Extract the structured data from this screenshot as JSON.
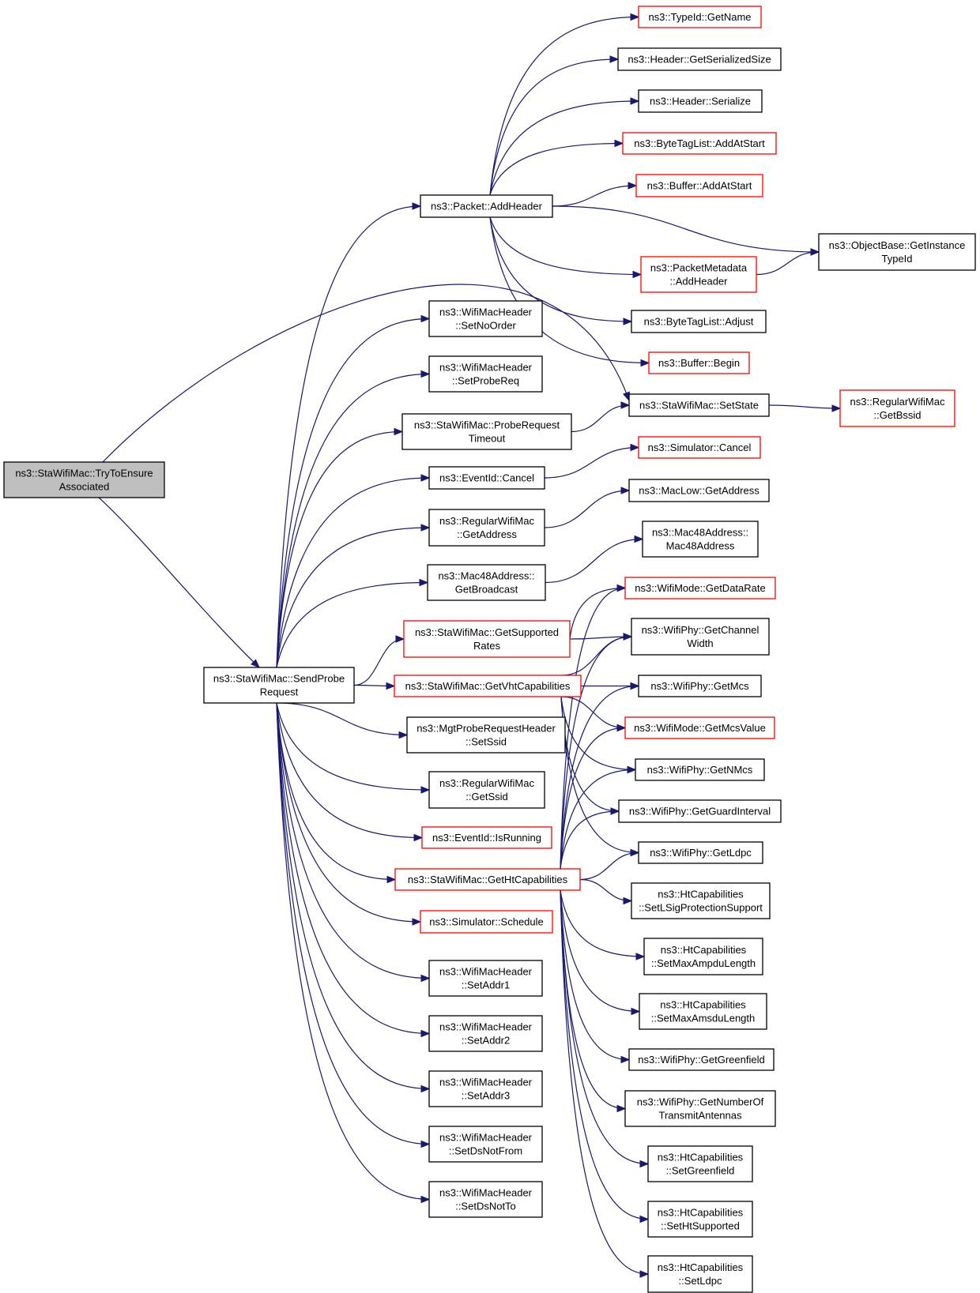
{
  "colors": {
    "edge": "#191970",
    "node_fill": "#ffffff",
    "node_border": "#000000",
    "node_border_undocumented": "#ff0000",
    "root_fill": "#bfbfbf"
  },
  "graph": {
    "nodes": [
      {
        "id": "root",
        "lines": [
          "ns3::StaWifiMac::TryToEnsure",
          "Associated"
        ],
        "style": "root"
      },
      {
        "id": "send",
        "lines": [
          "ns3::StaWifiMac::SendProbe",
          "Request"
        ],
        "style": "normal"
      },
      {
        "id": "addheader",
        "lines": [
          "ns3::Packet::AddHeader"
        ],
        "style": "normal"
      },
      {
        "id": "typeid_getname",
        "lines": [
          "ns3::TypeId::GetName"
        ],
        "style": "red"
      },
      {
        "id": "hdr_getser",
        "lines": [
          "ns3::Header::GetSerializedSize"
        ],
        "style": "normal"
      },
      {
        "id": "hdr_ser",
        "lines": [
          "ns3::Header::Serialize"
        ],
        "style": "normal"
      },
      {
        "id": "btl_addatstart",
        "lines": [
          "ns3::ByteTagList::AddAtStart"
        ],
        "style": "red"
      },
      {
        "id": "buf_addatstart",
        "lines": [
          "ns3::Buffer::AddAtStart"
        ],
        "style": "red"
      },
      {
        "id": "objbase",
        "lines": [
          "ns3::ObjectBase::GetInstance",
          "TypeId"
        ],
        "style": "normal"
      },
      {
        "id": "pktmeta",
        "lines": [
          "ns3::PacketMetadata",
          "::AddHeader"
        ],
        "style": "red"
      },
      {
        "id": "btl_adjust",
        "lines": [
          "ns3::ByteTagList::Adjust"
        ],
        "style": "normal"
      },
      {
        "id": "buf_begin",
        "lines": [
          "ns3::Buffer::Begin"
        ],
        "style": "red"
      },
      {
        "id": "setstate",
        "lines": [
          "ns3::StaWifiMac::SetState"
        ],
        "style": "normal"
      },
      {
        "id": "getbssid",
        "lines": [
          "ns3::RegularWifiMac",
          "::GetBssid"
        ],
        "style": "red"
      },
      {
        "id": "setnoorder",
        "lines": [
          "ns3::WifiMacHeader",
          "::SetNoOrder"
        ],
        "style": "normal"
      },
      {
        "id": "setprobereq",
        "lines": [
          "ns3::WifiMacHeader",
          "::SetProbeReq"
        ],
        "style": "normal"
      },
      {
        "id": "probetimeout",
        "lines": [
          "ns3::StaWifiMac::ProbeRequest",
          "Timeout"
        ],
        "style": "normal"
      },
      {
        "id": "ev_cancel",
        "lines": [
          "ns3::EventId::Cancel"
        ],
        "style": "normal"
      },
      {
        "id": "sim_cancel",
        "lines": [
          "ns3::Simulator::Cancel"
        ],
        "style": "red"
      },
      {
        "id": "rwm_getaddr",
        "lines": [
          "ns3::RegularWifiMac",
          "::GetAddress"
        ],
        "style": "normal"
      },
      {
        "id": "maclow_getaddr",
        "lines": [
          "ns3::MacLow::GetAddress"
        ],
        "style": "normal"
      },
      {
        "id": "mac48_getbc",
        "lines": [
          "ns3::Mac48Address::",
          "GetBroadcast"
        ],
        "style": "normal"
      },
      {
        "id": "mac48_ctor",
        "lines": [
          "ns3::Mac48Address::",
          "Mac48Address"
        ],
        "style": "normal"
      },
      {
        "id": "getsuprates",
        "lines": [
          "ns3::StaWifiMac::GetSupported",
          "Rates"
        ],
        "style": "red"
      },
      {
        "id": "getvht",
        "lines": [
          "ns3::StaWifiMac::GetVhtCapabilities"
        ],
        "style": "red"
      },
      {
        "id": "mgt_setssid",
        "lines": [
          "ns3::MgtProbeRequestHeader",
          "::SetSsid"
        ],
        "style": "normal"
      },
      {
        "id": "rwm_getssid",
        "lines": [
          "ns3::RegularWifiMac",
          "::GetSsid"
        ],
        "style": "normal"
      },
      {
        "id": "ev_isrunning",
        "lines": [
          "ns3::EventId::IsRunning"
        ],
        "style": "red"
      },
      {
        "id": "getht",
        "lines": [
          "ns3::StaWifiMac::GetHtCapabilities"
        ],
        "style": "red"
      },
      {
        "id": "sim_schedule",
        "lines": [
          "ns3::Simulator::Schedule"
        ],
        "style": "red"
      },
      {
        "id": "setaddr1",
        "lines": [
          "ns3::WifiMacHeader",
          "::SetAddr1"
        ],
        "style": "normal"
      },
      {
        "id": "setaddr2",
        "lines": [
          "ns3::WifiMacHeader",
          "::SetAddr2"
        ],
        "style": "normal"
      },
      {
        "id": "setaddr3",
        "lines": [
          "ns3::WifiMacHeader",
          "::SetAddr3"
        ],
        "style": "normal"
      },
      {
        "id": "setdsnotfrom",
        "lines": [
          "ns3::WifiMacHeader",
          "::SetDsNotFrom"
        ],
        "style": "normal"
      },
      {
        "id": "setdsnotto",
        "lines": [
          "ns3::WifiMacHeader",
          "::SetDsNotTo"
        ],
        "style": "normal"
      },
      {
        "id": "datarate",
        "lines": [
          "ns3::WifiMode::GetDataRate"
        ],
        "style": "red"
      },
      {
        "id": "chwidth",
        "lines": [
          "ns3::WifiPhy::GetChannel",
          "Width"
        ],
        "style": "normal"
      },
      {
        "id": "getmcs",
        "lines": [
          "ns3::WifiPhy::GetMcs"
        ],
        "style": "normal"
      },
      {
        "id": "mcsvalue",
        "lines": [
          "ns3::WifiMode::GetMcsValue"
        ],
        "style": "red"
      },
      {
        "id": "getnmcs",
        "lines": [
          "ns3::WifiPhy::GetNMcs"
        ],
        "style": "normal"
      },
      {
        "id": "guard",
        "lines": [
          "ns3::WifiPhy::GetGuardInterval"
        ],
        "style": "normal"
      },
      {
        "id": "ldpc",
        "lines": [
          "ns3::WifiPhy::GetLdpc"
        ],
        "style": "normal"
      },
      {
        "id": "htc_lsig",
        "lines": [
          "ns3::HtCapabilities",
          "::SetLSigProtectionSupport"
        ],
        "style": "normal"
      },
      {
        "id": "htc_ampdu",
        "lines": [
          "ns3::HtCapabilities",
          "::SetMaxAmpduLength"
        ],
        "style": "normal"
      },
      {
        "id": "htc_amsdu",
        "lines": [
          "ns3::HtCapabilities",
          "::SetMaxAmsduLength"
        ],
        "style": "normal"
      },
      {
        "id": "greenfield",
        "lines": [
          "ns3::WifiPhy::GetGreenfield"
        ],
        "style": "normal"
      },
      {
        "id": "ntx",
        "lines": [
          "ns3::WifiPhy::GetNumberOf",
          "TransmitAntennas"
        ],
        "style": "normal"
      },
      {
        "id": "htc_green",
        "lines": [
          "ns3::HtCapabilities",
          "::SetGreenfield"
        ],
        "style": "normal"
      },
      {
        "id": "htc_htsup",
        "lines": [
          "ns3::HtCapabilities",
          "::SetHtSupported"
        ],
        "style": "normal"
      },
      {
        "id": "htc_ldpc",
        "lines": [
          "ns3::HtCapabilities",
          "::SetLdpc"
        ],
        "style": "normal"
      }
    ]
  }
}
